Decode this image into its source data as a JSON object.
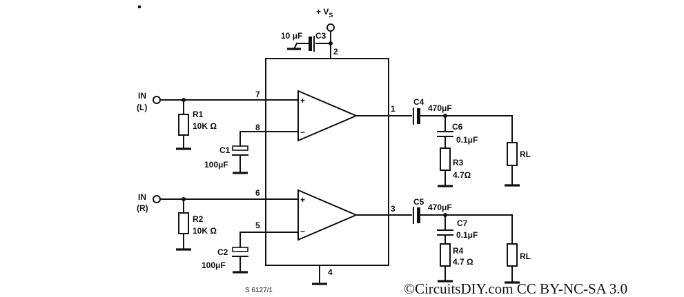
{
  "supply": {
    "label": "+ V",
    "subscript": "S"
  },
  "pins": {
    "p1": "1",
    "p2": "2",
    "p3": "3",
    "p4": "4",
    "p5": "5",
    "p6": "6",
    "p7": "7",
    "p8": "8"
  },
  "inputs": {
    "left": {
      "line1": "IN",
      "line2": "(L)"
    },
    "right": {
      "line1": "IN",
      "line2": "(R)"
    }
  },
  "components": {
    "C3": {
      "name": "C3",
      "value": "10 μF"
    },
    "R1": {
      "name": "R1",
      "value": "10K Ω"
    },
    "R2": {
      "name": "R2",
      "value": "10K Ω"
    },
    "C1": {
      "name": "C1",
      "value": "100μF"
    },
    "C2": {
      "name": "C2",
      "value": "100μF"
    },
    "C4": {
      "name": "C4",
      "value": "470μF"
    },
    "C5": {
      "name": "C5",
      "value": "470μF"
    },
    "C6": {
      "name": "C6",
      "value": "0.1μF"
    },
    "C7": {
      "name": "C7",
      "value": "0.1μF"
    },
    "R3": {
      "name": "R3",
      "value": "4.7Ω"
    },
    "R4": {
      "name": "R4",
      "value": "4.7 Ω"
    },
    "RL1": {
      "name": "RL"
    },
    "RL2": {
      "name": "RL"
    }
  },
  "opamp_signs": {
    "plus": "+",
    "minus": "−"
  },
  "figure_number": "S  6127/1",
  "credit": "©CircuitsDIY.com CC BY-NC-SA 3.0"
}
